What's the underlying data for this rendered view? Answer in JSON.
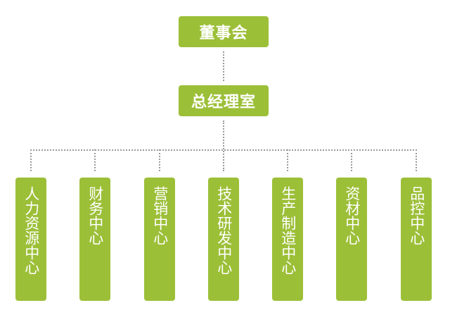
{
  "chart": {
    "root": {
      "label": "董事会"
    },
    "level2": {
      "label": "总经理室"
    },
    "departments": [
      {
        "label": "人力资源中心"
      },
      {
        "label": "财务中心"
      },
      {
        "label": "营销中心"
      },
      {
        "label": "技术研发中心"
      },
      {
        "label": "生产制造中心"
      },
      {
        "label": "资材中心"
      },
      {
        "label": "品控中心"
      }
    ]
  },
  "colors": {
    "node_fill": "#9cbf38",
    "node_text": "#ffffff",
    "connector": "#9a9a9a"
  }
}
